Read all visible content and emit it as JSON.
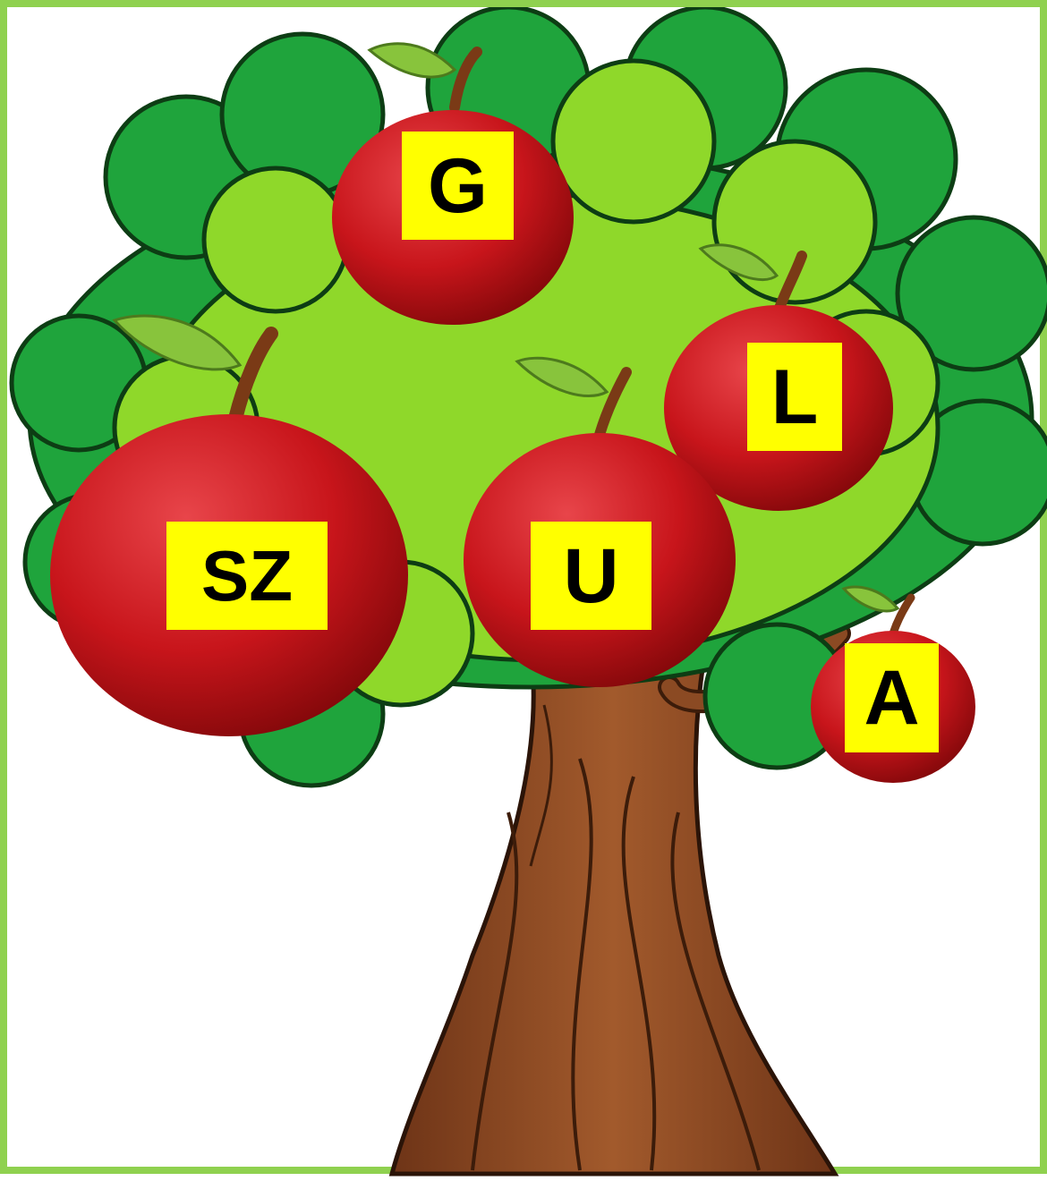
{
  "colors": {
    "frame_border": "#8fd14f",
    "tile_fill": "#ffff00",
    "apple_red": "#c8151b",
    "foliage_dark": "#1fa43c",
    "foliage_light": "#8fd82a",
    "trunk": "#8b4a23"
  },
  "letter_tiles": [
    {
      "letter": "G"
    },
    {
      "letter": "L"
    },
    {
      "letter": "SZ"
    },
    {
      "letter": "U"
    },
    {
      "letter": "A"
    }
  ]
}
